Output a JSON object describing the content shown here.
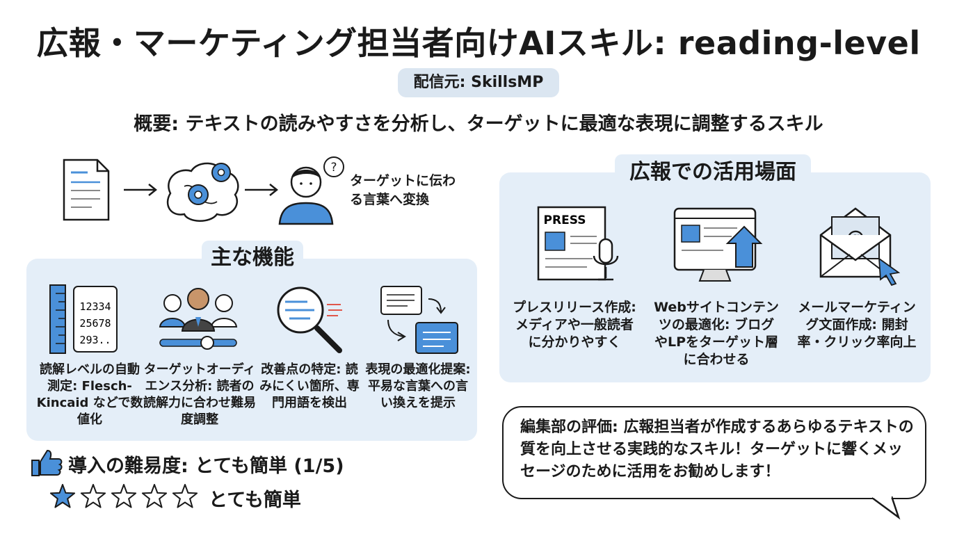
{
  "title": "広報・マーケティング担当者向けAIスキル: reading-level",
  "source": "配信元: SkillsMP",
  "summary": "概要: テキストの読みやすさを分析し、ターゲットに最適な表現に調整するスキル",
  "flow": {
    "caption": "ターゲットに伝わる言葉へ変換",
    "icons": [
      "document-icon",
      "brain-gear-icon",
      "thinking-person-icon"
    ]
  },
  "features": {
    "heading": "主な機能",
    "items": [
      {
        "icon": "ruler-numbers-icon",
        "label": "読解レベルの自動測定: Flesch-Kincaid などで数値化",
        "numbers": [
          "12334",
          "25678",
          "293.."
        ]
      },
      {
        "icon": "audience-slider-icon",
        "label": "ターゲットオーディエンス分析: 読者の読解力に合わせ難易度調整"
      },
      {
        "icon": "magnifier-icon",
        "label": "改善点の特定: 読みにくい箇所、専門用語を検出"
      },
      {
        "icon": "rewrite-icon",
        "label": "表現の最適化提案: 平易な言葉への言い換えを提示"
      }
    ]
  },
  "pr_use": {
    "heading": "広報での活用場面",
    "items": [
      {
        "icon": "press-release-icon",
        "label": "プレスリリース作成: メディアや一般読者に分かりやすく",
        "badge": "PRESS"
      },
      {
        "icon": "website-icon",
        "label": "Webサイトコンテンツの最適化: ブログやLPをターゲット層に合わせる"
      },
      {
        "icon": "email-icon",
        "label": "メールマーケティング文面作成: 開封率・クリック率向上",
        "symbol": "@"
      }
    ]
  },
  "editor": {
    "text": "編集部の評価: 広報担当者が作成するあらゆるテキストの質を向上させる実践的なスキル！ターゲットに響くメッセージのために活用をお勧めします！"
  },
  "difficulty": {
    "label": "導入の難易度: とても簡単 (1/5)",
    "rating": 1,
    "max": 5,
    "stars_label": "とても簡単"
  },
  "colors": {
    "accent": "#4a90d9",
    "panel": "#e4eef8",
    "badge": "#dbe6f1"
  }
}
